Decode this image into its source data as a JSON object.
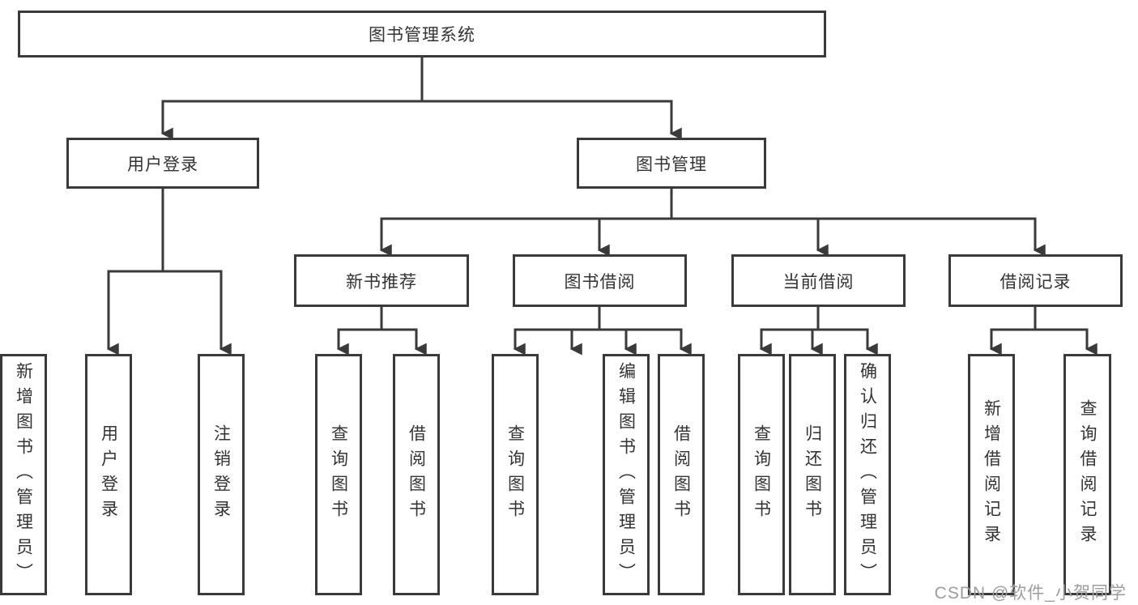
{
  "nodes": {
    "root": "图书管理系统",
    "user_login": "用户登录",
    "book_management": "图书管理",
    "new_book_rec": "新书推荐",
    "book_borrow": "图书借阅",
    "current_borrow": "当前借阅",
    "borrow_record": "借阅记录",
    "leaf_user_login": "用户登录",
    "leaf_logout": "注销登录",
    "leaf_rec_query": "查询图书",
    "leaf_rec_borrow": "借阅图书",
    "leaf_bb_query": "查询图书",
    "leaf_bb_add": "新增图书（管理员）",
    "leaf_bb_edit": "编辑图书（管理员）",
    "leaf_bb_borrow": "借阅图书",
    "leaf_cb_query": "查询图书",
    "leaf_cb_return": "归还图书",
    "leaf_cb_confirm": "确认归还（管理员）",
    "leaf_br_add": "新增借阅记录",
    "leaf_br_query": "查询借阅记录"
  },
  "watermark": "CSDN @软件_小贺同学",
  "colors": {
    "line": "#3a3a3a",
    "box_border": "#3a3a3a",
    "text": "#333333",
    "watermark": "#9d9d9d",
    "background": "#ffffff"
  }
}
